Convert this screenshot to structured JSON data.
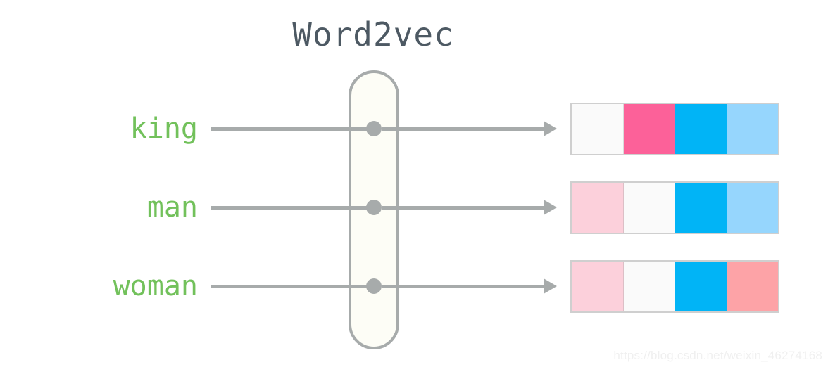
{
  "diagram": {
    "title": "Word2vec",
    "title_color": "#4d5963",
    "label_color": "#72c15b",
    "line_color": "#a7abab",
    "capsule_fill": "#fdfdf6",
    "capsule_stroke": "#a7abab"
  },
  "rows": [
    {
      "word": "king",
      "node_name": "node-dot-king",
      "vector": {
        "cells": [
          {
            "name": "cell-king-1",
            "color": "#fafafa"
          },
          {
            "name": "cell-king-2",
            "color": "#fc6199"
          },
          {
            "name": "cell-king-3",
            "color": "#01b4f6"
          },
          {
            "name": "cell-king-4",
            "color": "#96d6fd"
          }
        ]
      }
    },
    {
      "word": "man",
      "node_name": "node-dot-man",
      "vector": {
        "cells": [
          {
            "name": "cell-man-1",
            "color": "#fcd0db"
          },
          {
            "name": "cell-man-2",
            "color": "#fafafa"
          },
          {
            "name": "cell-man-3",
            "color": "#01b4f6"
          },
          {
            "name": "cell-man-4",
            "color": "#96d6fd"
          }
        ]
      }
    },
    {
      "word": "woman",
      "node_name": "node-dot-woman",
      "vector": {
        "cells": [
          {
            "name": "cell-woman-1",
            "color": "#fcd0db"
          },
          {
            "name": "cell-woman-2",
            "color": "#fafafa"
          },
          {
            "name": "cell-woman-3",
            "color": "#01b4f6"
          },
          {
            "name": "cell-woman-4",
            "color": "#fda3a7"
          }
        ]
      }
    }
  ],
  "watermark": {
    "text": "https://blog.csdn.net/weixin_46274168"
  }
}
